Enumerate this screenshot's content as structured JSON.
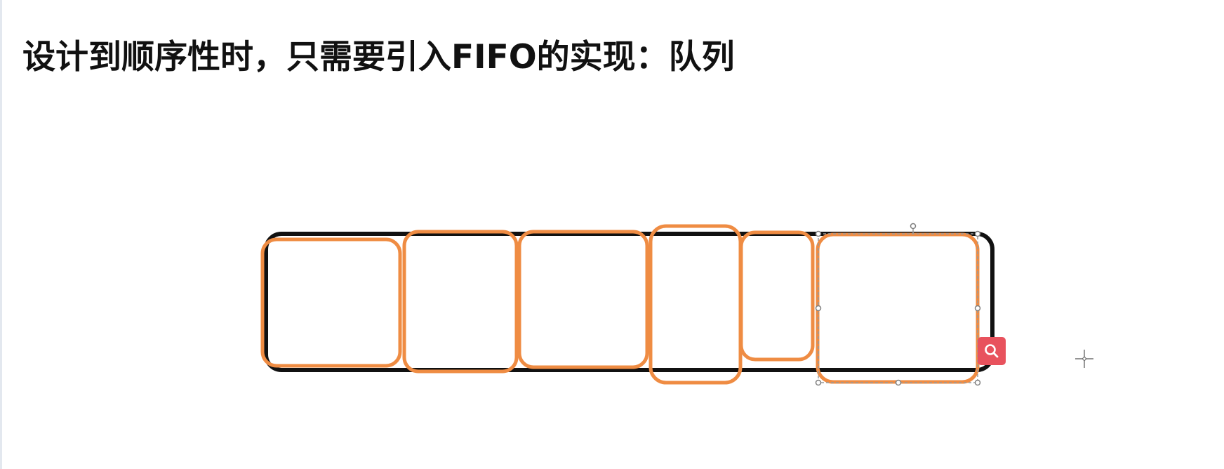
{
  "slide": {
    "title": "设计到顺序性时，只需要引入FIFO的实现：队列"
  },
  "diagram": {
    "colors": {
      "container_stroke": "#111111",
      "cell_stroke": "#ef8c43",
      "selection_dash": "#9a9a9a",
      "selection_handle": "#7f7f7f",
      "search_badge": "#e8525d"
    },
    "cell_count": 6,
    "selected_cell": 6
  },
  "icons": {
    "search_badge": "search-icon",
    "cursor": "crosshair-cursor-icon"
  }
}
